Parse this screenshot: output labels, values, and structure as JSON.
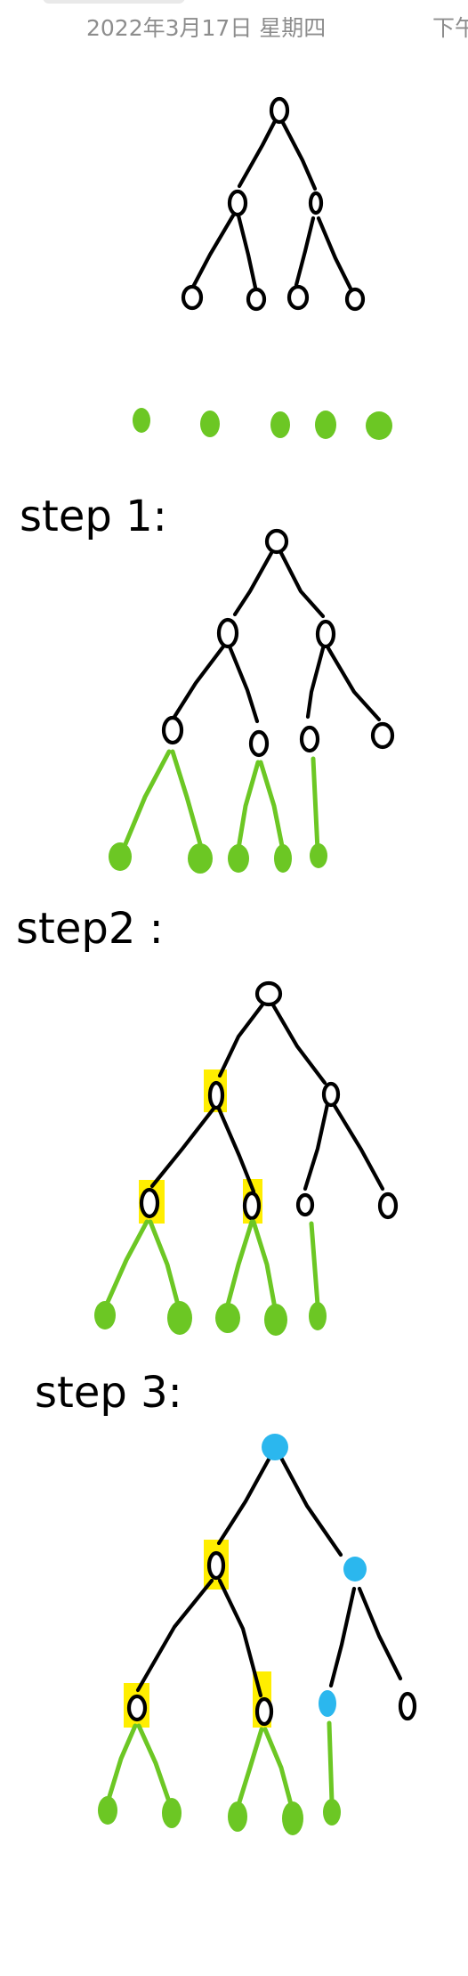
{
  "header": {
    "date": "2022年3月17日 星期四",
    "time_partial": "下午"
  },
  "steps": [
    {
      "label": "step 1:"
    },
    {
      "label": "step2 :"
    },
    {
      "label": "step 3:"
    }
  ]
}
